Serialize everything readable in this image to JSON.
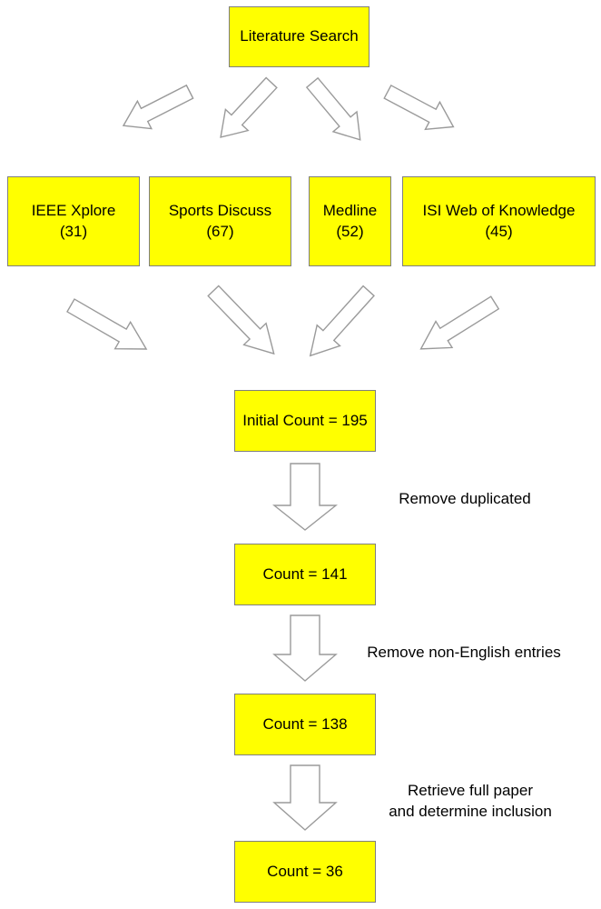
{
  "nodes": {
    "literature_search": "Literature Search",
    "ieee": {
      "name": "IEEE Xplore",
      "count": "(31)"
    },
    "sports": {
      "name": "Sports Discuss",
      "count": "(67)"
    },
    "medline": {
      "name": "Medline",
      "count": "(52)"
    },
    "isi": {
      "name": "ISI Web of Knowledge",
      "count": "(45)"
    },
    "initial_count": "Initial Count = 195",
    "count_141": "Count = 141",
    "count_138": "Count = 138",
    "count_36": "Count = 36"
  },
  "steps": {
    "remove_duplicated": "Remove duplicated",
    "remove_non_english": "Remove non-English entries",
    "retrieve_line1": "Retrieve full paper",
    "retrieve_line2": "and determine inclusion"
  },
  "colors": {
    "box_fill": "#ffff00",
    "box_border": "#7f7f7f",
    "arrow_stroke": "#9a9a9a"
  }
}
